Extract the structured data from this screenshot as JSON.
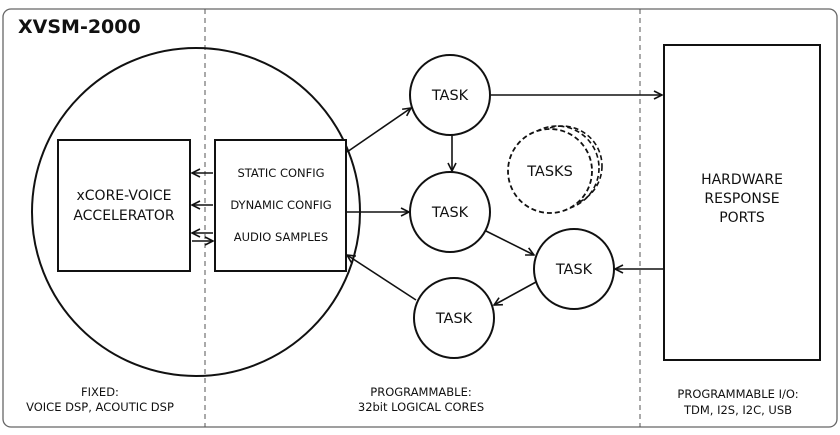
{
  "diagram": {
    "title": "XVSM-2000",
    "accelerator": {
      "line1": "xCORE-VOICE",
      "line2": "ACCELERATOR"
    },
    "config": {
      "static": "STATIC CONFIG",
      "dynamic": "DYNAMIC CONFIG",
      "audio": "AUDIO SAMPLES"
    },
    "tasks": {
      "top": "TASK",
      "middle": "TASK",
      "right": "TASK",
      "bottom": "TASK",
      "group": "TASKS"
    },
    "hardware": {
      "line1": "HARDWARE",
      "line2": "RESPONSE",
      "line3": "PORTS"
    },
    "sections": {
      "fixed": {
        "line1": "FIXED:",
        "line2": "VOICE DSP, ACOUTIC DSP"
      },
      "programmable": {
        "line1": "PROGRAMMABLE:",
        "line2": "32bit LOGICAL CORES"
      },
      "io": {
        "line1": "PROGRAMMABLE I/O:",
        "line2": "TDM, I2S, I2C, USB"
      }
    }
  }
}
